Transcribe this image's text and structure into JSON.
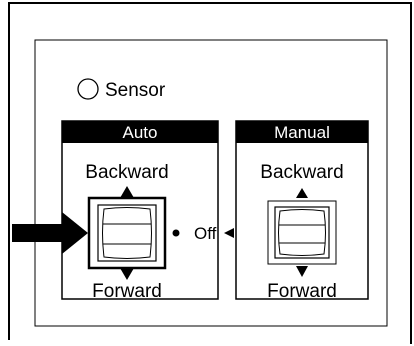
{
  "sensor": {
    "label": "Sensor"
  },
  "auto_panel": {
    "header": "Auto",
    "top_label": "Backward",
    "bottom_label": "Forward"
  },
  "manual_panel": {
    "header": "Manual",
    "top_label": "Backward",
    "bottom_label": "Forward"
  },
  "off": {
    "label": "Off"
  },
  "icons": [
    "sensor-indicator-icon",
    "pointer-arrow-icon",
    "rocker-switch-icon",
    "triangle-up-icon",
    "triangle-down-icon",
    "indicator-dot-icon",
    "off-arrow-icon"
  ],
  "colors": {
    "line": "#000000",
    "header_bg": "#000000",
    "header_text": "#ffffff",
    "background": "#ffffff"
  }
}
